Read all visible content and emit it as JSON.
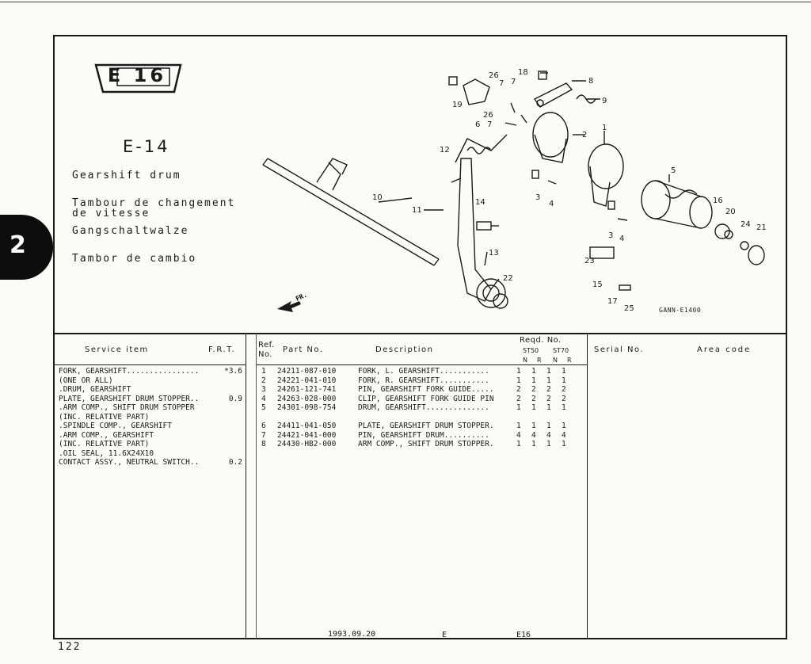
{
  "section": {
    "badge": "E 16",
    "code": "E-14",
    "titles": [
      "Gearshift drum",
      "Tambour de changement",
      "de vitesse",
      "Gangschaltwalze",
      "Tambor de cambio"
    ],
    "tab": "2"
  },
  "diagram": {
    "code": "GANN-E1400",
    "arrow_label": "FR.",
    "callouts": [
      "1",
      "2",
      "3",
      "4",
      "5",
      "6",
      "7",
      "7",
      "7",
      "8",
      "9",
      "10",
      "11",
      "12",
      "13",
      "14",
      "15",
      "16",
      "17",
      "18",
      "19",
      "20",
      "21",
      "22",
      "23",
      "24",
      "25",
      "26",
      "26",
      "3",
      "4"
    ]
  },
  "table_header": {
    "service_item": "Service item",
    "frt": "F.R.T.",
    "ref_no_1": "Ref.",
    "ref_no_2": "No.",
    "part_no": "Part No.",
    "description": "Description",
    "reqd_no": "Reqd. No.",
    "st50": "ST50",
    "st70": "ST70",
    "n1": "N",
    "r1": "R",
    "n2": "N",
    "r2": "R",
    "serial_no": "Serial No.",
    "area_code": "Area code"
  },
  "service_items": [
    {
      "text": "FORK, GEARSHIFT................",
      "frt": "*3.6"
    },
    {
      "text": "(ONE OR ALL)",
      "frt": ""
    },
    {
      "text": ".DRUM, GEARSHIFT",
      "frt": ""
    },
    {
      "text": "PLATE, GEARSHIFT DRUM STOPPER..",
      "frt": "0.9"
    },
    {
      "text": ".ARM COMP., SHIFT DRUM STOPPER",
      "frt": ""
    },
    {
      "text": "(INC. RELATIVE PART)",
      "frt": ""
    },
    {
      "text": ".SPINDLE COMP., GEARSHIFT",
      "frt": ""
    },
    {
      "text": ".ARM COMP., GEARSHIFT",
      "frt": ""
    },
    {
      "text": "(INC. RELATIVE PART)",
      "frt": ""
    },
    {
      "text": ".OIL SEAL, 11.6X24X10",
      "frt": ""
    },
    {
      "text": "CONTACT ASSY., NEUTRAL SWITCH..",
      "frt": "0.2"
    }
  ],
  "parts": [
    {
      "ref": "1",
      "part_no": "24211-087-010",
      "desc": "FORK, L. GEARSHIFT...........",
      "qty": [
        "1",
        "1",
        "1",
        "1"
      ]
    },
    {
      "ref": "2",
      "part_no": "24221-041-010",
      "desc": "FORK, R. GEARSHIFT...........",
      "qty": [
        "1",
        "1",
        "1",
        "1"
      ]
    },
    {
      "ref": "3",
      "part_no": "24261-121-741",
      "desc": "PIN, GEARSHIFT FORK GUIDE.....",
      "qty": [
        "2",
        "2",
        "2",
        "2"
      ]
    },
    {
      "ref": "4",
      "part_no": "24263-028-000",
      "desc": "CLIP, GEARSHIFT FORK GUIDE PIN",
      "qty": [
        "2",
        "2",
        "2",
        "2"
      ]
    },
    {
      "ref": "5",
      "part_no": "24301-098-754",
      "desc": "DRUM, GEARSHIFT..............",
      "qty": [
        "1",
        "1",
        "1",
        "1"
      ]
    },
    {
      "ref": "6",
      "part_no": "24411-041-050",
      "desc": "PLATE, GEARSHIFT DRUM STOPPER.",
      "qty": [
        "1",
        "1",
        "1",
        "1"
      ]
    },
    {
      "ref": "7",
      "part_no": "24421-041-000",
      "desc": "PIN, GEARSHIFT DRUM..........",
      "qty": [
        "4",
        "4",
        "4",
        "4"
      ]
    },
    {
      "ref": "8",
      "part_no": "24430-HB2-000",
      "desc": "ARM COMP., SHIFT DRUM STOPPER.",
      "qty": [
        "1",
        "1",
        "1",
        "1"
      ]
    }
  ],
  "footer": {
    "date": "1993.09.20",
    "area": "E",
    "page_code": "E16",
    "page_number": "122"
  }
}
